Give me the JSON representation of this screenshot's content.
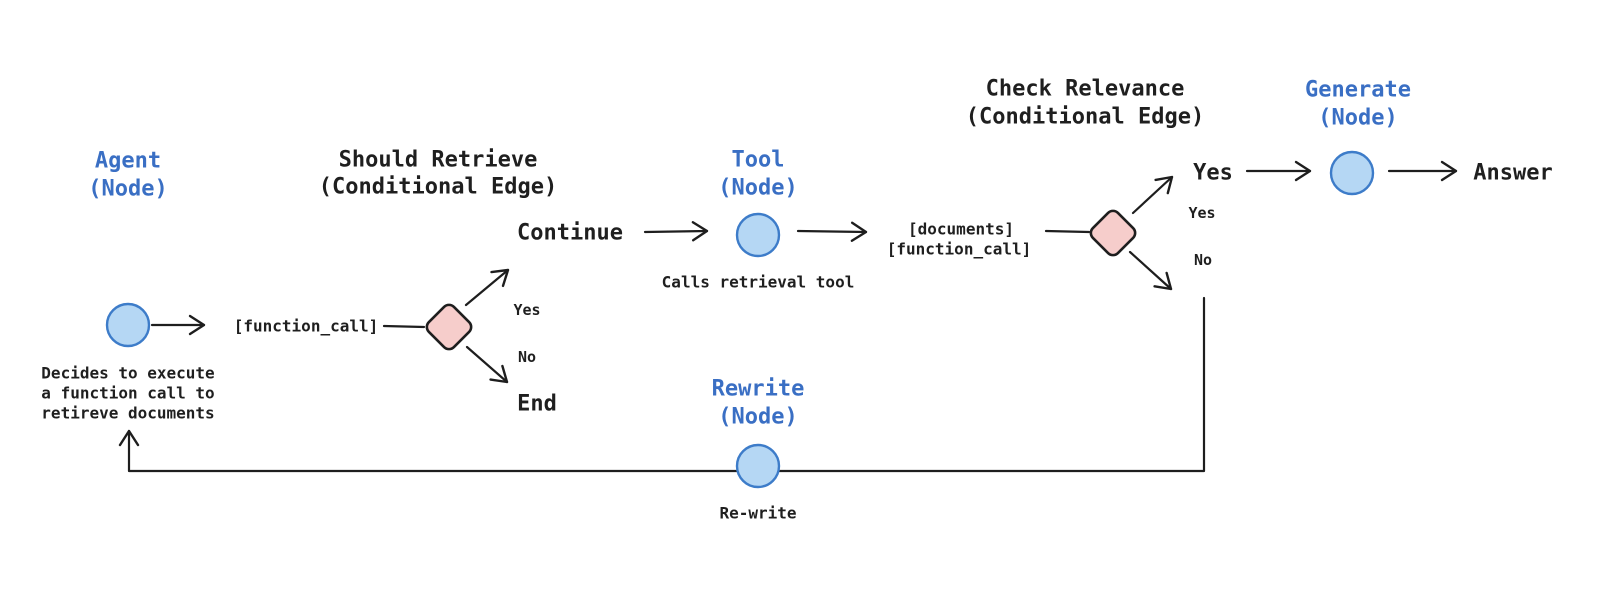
{
  "colors": {
    "background": "#ffffff",
    "node_fill": "#b5d7f4",
    "node_stroke": "#3d7cc9",
    "diamond_fill": "#f6cdcb",
    "diamond_stroke": "#1e1e1e",
    "blue_text": "#3a6fc4",
    "dark_text": "#1f1f1f",
    "arrow_stroke": "#1e1e1e"
  },
  "nodes": {
    "agent": {
      "title": "Agent",
      "type_label": "(Node)",
      "caption_lines": [
        "Decides to execute",
        "a function call to",
        "retireve documents"
      ]
    },
    "tool": {
      "title": "Tool",
      "type_label": "(Node)",
      "caption": "Calls retrieval tool"
    },
    "generate": {
      "title": "Generate",
      "type_label": "(Node)"
    },
    "rewrite": {
      "title": "Rewrite",
      "type_label": "(Node)",
      "caption": "Re-write"
    }
  },
  "edges": {
    "should_retrieve": {
      "title": "Should Retrieve",
      "type_label": "(Conditional Edge)",
      "input_label": "[function_call]",
      "yes_label": "Yes",
      "no_label": "No",
      "yes_target": "Continue",
      "no_target": "End"
    },
    "check_relevance": {
      "title": "Check Relevance",
      "type_label": "(Conditional Edge)",
      "input_line1": "[documents]",
      "input_line2": "[function_call]",
      "yes_label": "Yes",
      "no_label": "No",
      "yes_target": "Yes"
    }
  },
  "outputs": {
    "answer": "Answer"
  }
}
